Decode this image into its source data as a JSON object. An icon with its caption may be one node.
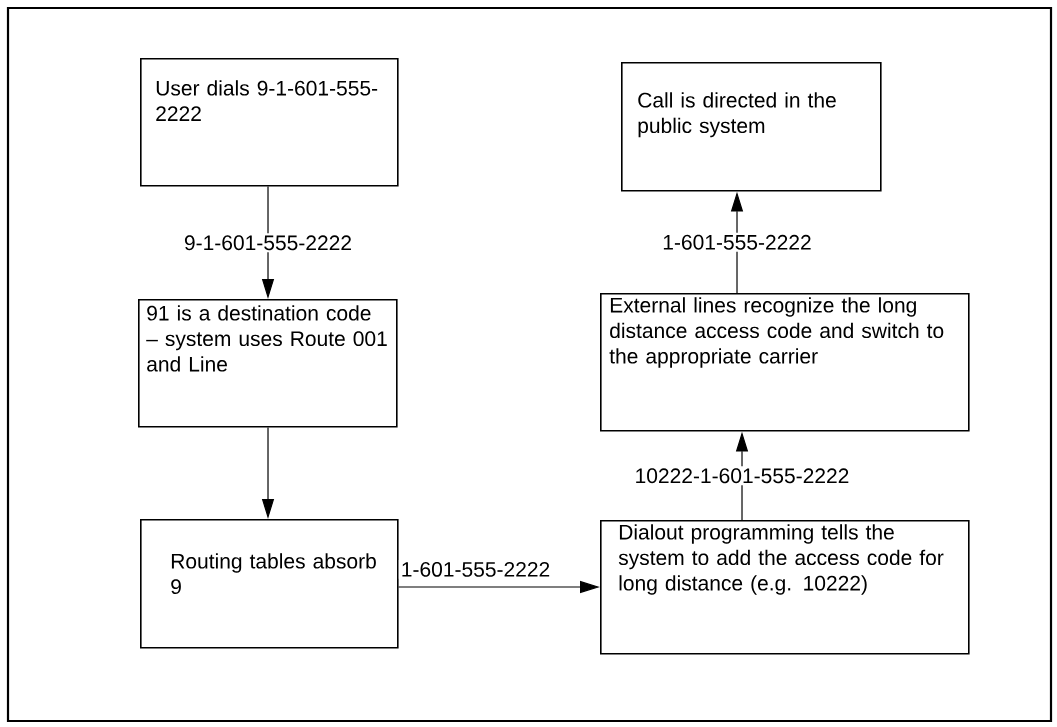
{
  "diagram": {
    "nodes": [
      {
        "text": [
          "User dials 9-1-601-555-2222"
        ]
      },
      {
        "text": [
          "91 is a destination code – system uses Route 001 and Line"
        ]
      },
      {
        "text": [
          "Routing tables absorb 9"
        ]
      },
      {
        "text": [
          "Call is directed in the public system"
        ]
      },
      {
        "text": [
          "External lines recognize the long distance access code and switch to the appropriate carrier"
        ]
      },
      {
        "text": [
          "Dialout programming tells the system to add the access code for long distance (e.g. 10222)"
        ]
      }
    ],
    "edges": [
      {
        "from": 0,
        "to": 1,
        "arrow": "to",
        "label": "9-1-601-555-2222"
      },
      {
        "from": 1,
        "to": 2,
        "arrow": "to"
      },
      {
        "from": 2,
        "to": 5,
        "arrow": "to",
        "label": "1-601-555-2222"
      },
      {
        "from": 5,
        "to": 4,
        "arrow": "to",
        "label": "10222-1-601-555-2222"
      },
      {
        "from": 4,
        "to": 3,
        "arrow": "to",
        "label": "1-601-555-2222"
      }
    ]
  }
}
